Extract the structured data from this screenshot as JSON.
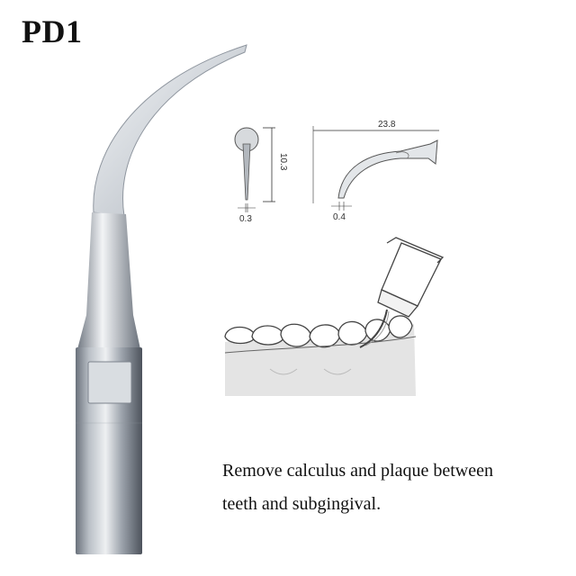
{
  "title": "PD1",
  "dimensions": {
    "length": "10.3",
    "tip_width": "0.3",
    "span": "23.8",
    "curve_tip": "0.4"
  },
  "description": {
    "line1": "Remove calculus and plaque between",
    "line2": "teeth and subgingival."
  },
  "colors": {
    "metal_light": "#e6e9ec",
    "metal_dark": "#5f6670",
    "line": "#333333"
  }
}
